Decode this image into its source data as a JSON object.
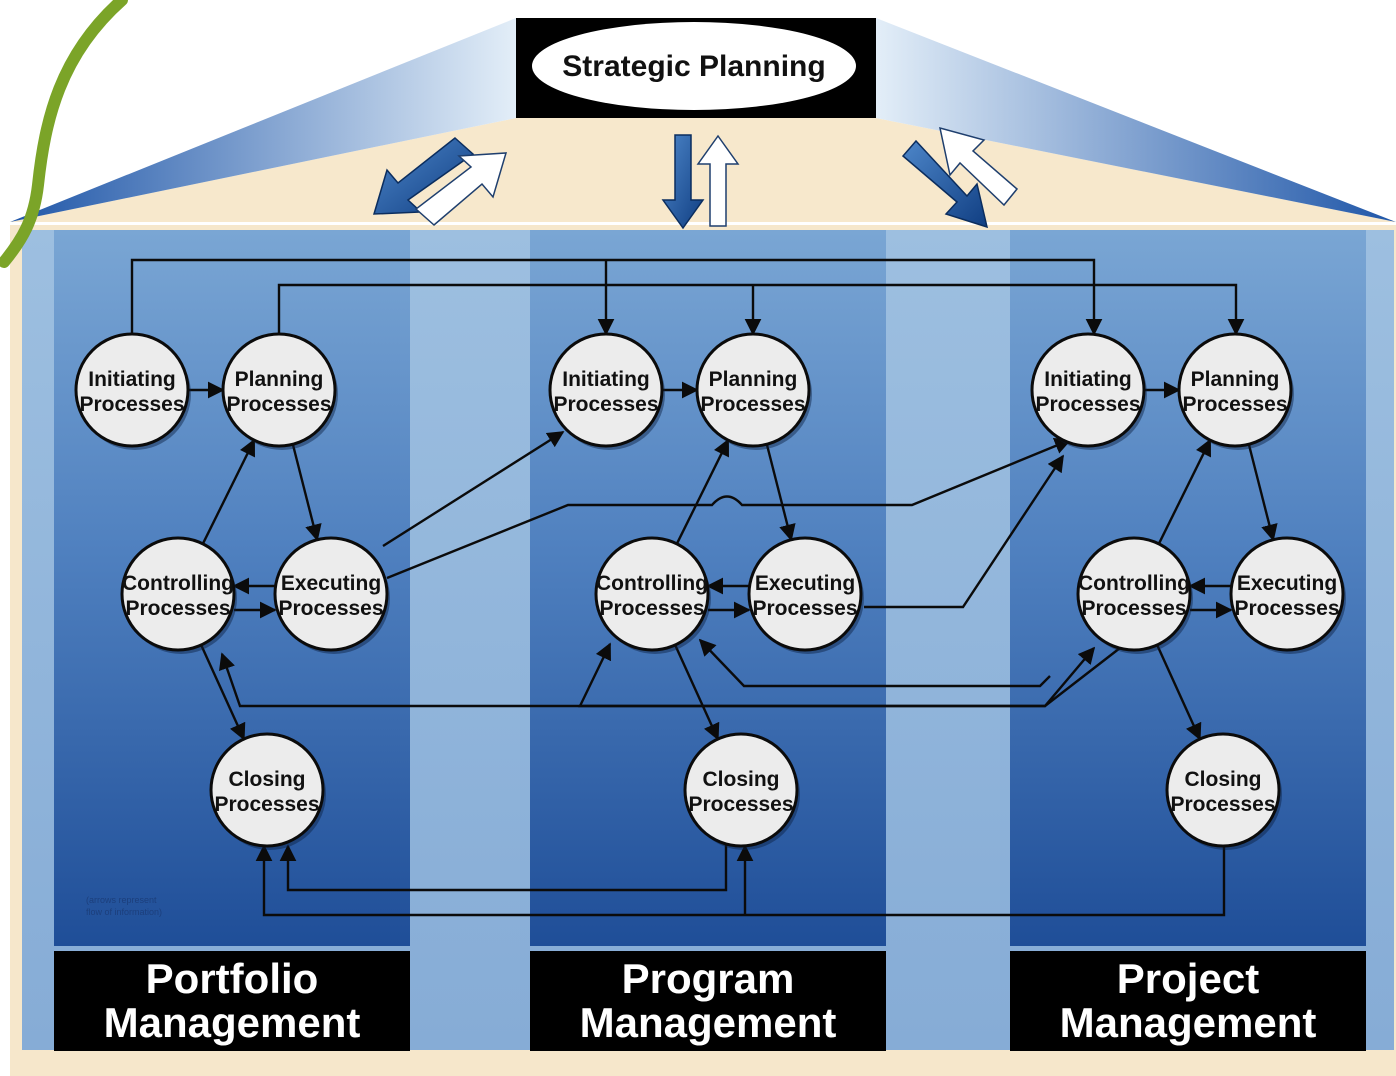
{
  "title": "Strategic Planning",
  "columns": [
    {
      "id": "portfolio",
      "label_lines": [
        "Portfolio",
        "Management"
      ],
      "nodes": {
        "initiating": [
          "Initiating",
          "Processes"
        ],
        "planning": [
          "Planning",
          "Processes"
        ],
        "controlling": [
          "Controlling",
          "Processes"
        ],
        "executing": [
          "Executing",
          "Processes"
        ],
        "closing": [
          "Closing",
          "Processes"
        ]
      }
    },
    {
      "id": "program",
      "label_lines": [
        "Program",
        "Management"
      ],
      "nodes": {
        "initiating": [
          "Initiating",
          "Processes"
        ],
        "planning": [
          "Planning",
          "Processes"
        ],
        "controlling": [
          "Controlling",
          "Processes"
        ],
        "executing": [
          "Executing",
          "Processes"
        ],
        "closing": [
          "Closing",
          "Processes"
        ]
      }
    },
    {
      "id": "project",
      "label_lines": [
        "Project",
        "Management"
      ],
      "nodes": {
        "initiating": [
          "Initiating",
          "Processes"
        ],
        "planning": [
          "Planning",
          "Processes"
        ],
        "controlling": [
          "Controlling",
          "Processes"
        ],
        "executing": [
          "Executing",
          "Processes"
        ],
        "closing": [
          "Closing",
          "Processes"
        ]
      }
    }
  ],
  "note": [
    "(arrows represent",
    "flow of information)"
  ],
  "colors": {
    "band_light": "#8fb4d8",
    "band_dark_top": "#6f9ccd",
    "band_dark_bottom": "#1f4f97",
    "roof": "#f7e8cc",
    "node_fill": "#ececec",
    "label_bg": "#000000",
    "accent_green": "#7ba428"
  }
}
